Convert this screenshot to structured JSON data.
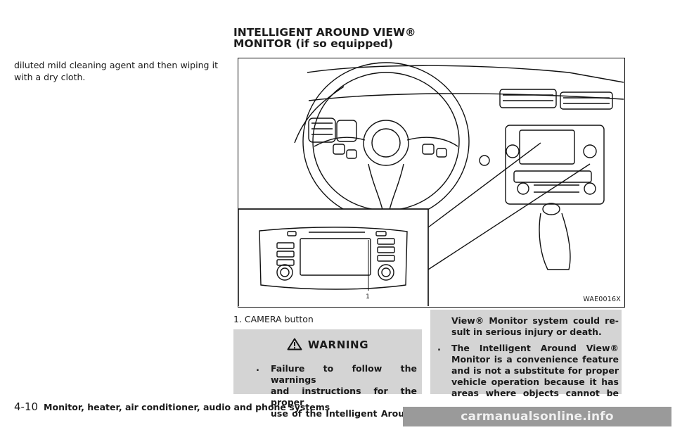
{
  "heading": {
    "line1": "INTELLIGENT AROUND VIEW®",
    "line2": "MONITOR (if so equipped)"
  },
  "intro_text": "diluted mild cleaning agent and then wiping it with a dry cloth.",
  "figure": {
    "code": "WAE0016X",
    "callout_number": "1"
  },
  "callout_label": "1. CAMERA button",
  "warning": {
    "title": "WARNING",
    "icon": "warning-triangle-icon",
    "bullet_symbol": ".",
    "items": [
      {
        "lines_col1": [
          "Failure to follow the warnings",
          "and instructions for the proper",
          "use of the Intelligent Around"
        ],
        "lines_col2": [
          "View® Monitor system could re-",
          "sult in serious injury or death."
        ]
      },
      {
        "lines": [
          "The Intelligent Around View®",
          "Monitor is a convenience feature",
          "and is not a substitute for proper",
          "vehicle operation because it has",
          "areas where objects cannot be"
        ]
      }
    ]
  },
  "footer": {
    "page_number": "4-10",
    "section_title": "Monitor, heater, air conditioner, audio and phone systems"
  },
  "watermark": "carmanualsonline.info"
}
